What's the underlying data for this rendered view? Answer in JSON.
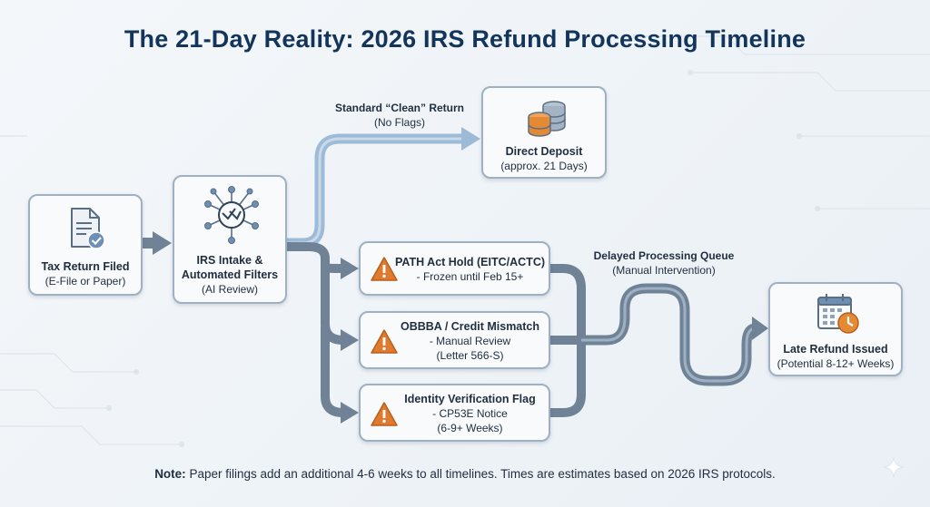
{
  "title": "The 21-Day Reality: 2026 IRS Refund Processing Timeline",
  "nodes": {
    "filed": {
      "title": "Tax Return Filed",
      "sub": "(E-File or Paper)"
    },
    "intake": {
      "title_1": "IRS Intake &",
      "title_2": "Automated Filters",
      "sub": "(AI Review)"
    },
    "deposit": {
      "title": "Direct Deposit",
      "sub": "(approx. 21 Days)"
    },
    "path": {
      "title": "PATH Act Hold (EITC/ACTC)",
      "sub": "- Frozen until Feb 15+"
    },
    "obbba": {
      "title": "OBBBA / Credit Mismatch",
      "sub_1": "- Manual Review",
      "sub_2": "(Letter 566-S)"
    },
    "identity": {
      "title": "Identity Verification Flag",
      "sub_1": "- CP53E Notice",
      "sub_2": "(6-9+ Weeks)"
    },
    "late": {
      "title": "Late Refund Issued",
      "sub": "(Potential 8-12+ Weeks)"
    }
  },
  "labels": {
    "clean": {
      "title": "Standard “Clean” Return",
      "sub": "(No Flags)"
    },
    "queue": {
      "title": "Delayed Processing Queue",
      "sub": "(Manual Intervention)"
    }
  },
  "note": {
    "prefix": "Note:",
    "text": " Paper filings add an additional 4-6 weeks to all timelines. Times are estimates based on 2026 IRS protocols."
  },
  "colors": {
    "title": "#13355c",
    "flow_dark": "#6f8296",
    "flow_light": "#9dbad6",
    "warning": "#e07a2e",
    "box_border": "#9fb0c2"
  },
  "icons": {
    "filed": "document-check-icon",
    "intake": "network-filter-icon",
    "deposit": "coin-stack-icon",
    "warning": "warning-triangle-icon",
    "late": "calendar-clock-icon"
  }
}
